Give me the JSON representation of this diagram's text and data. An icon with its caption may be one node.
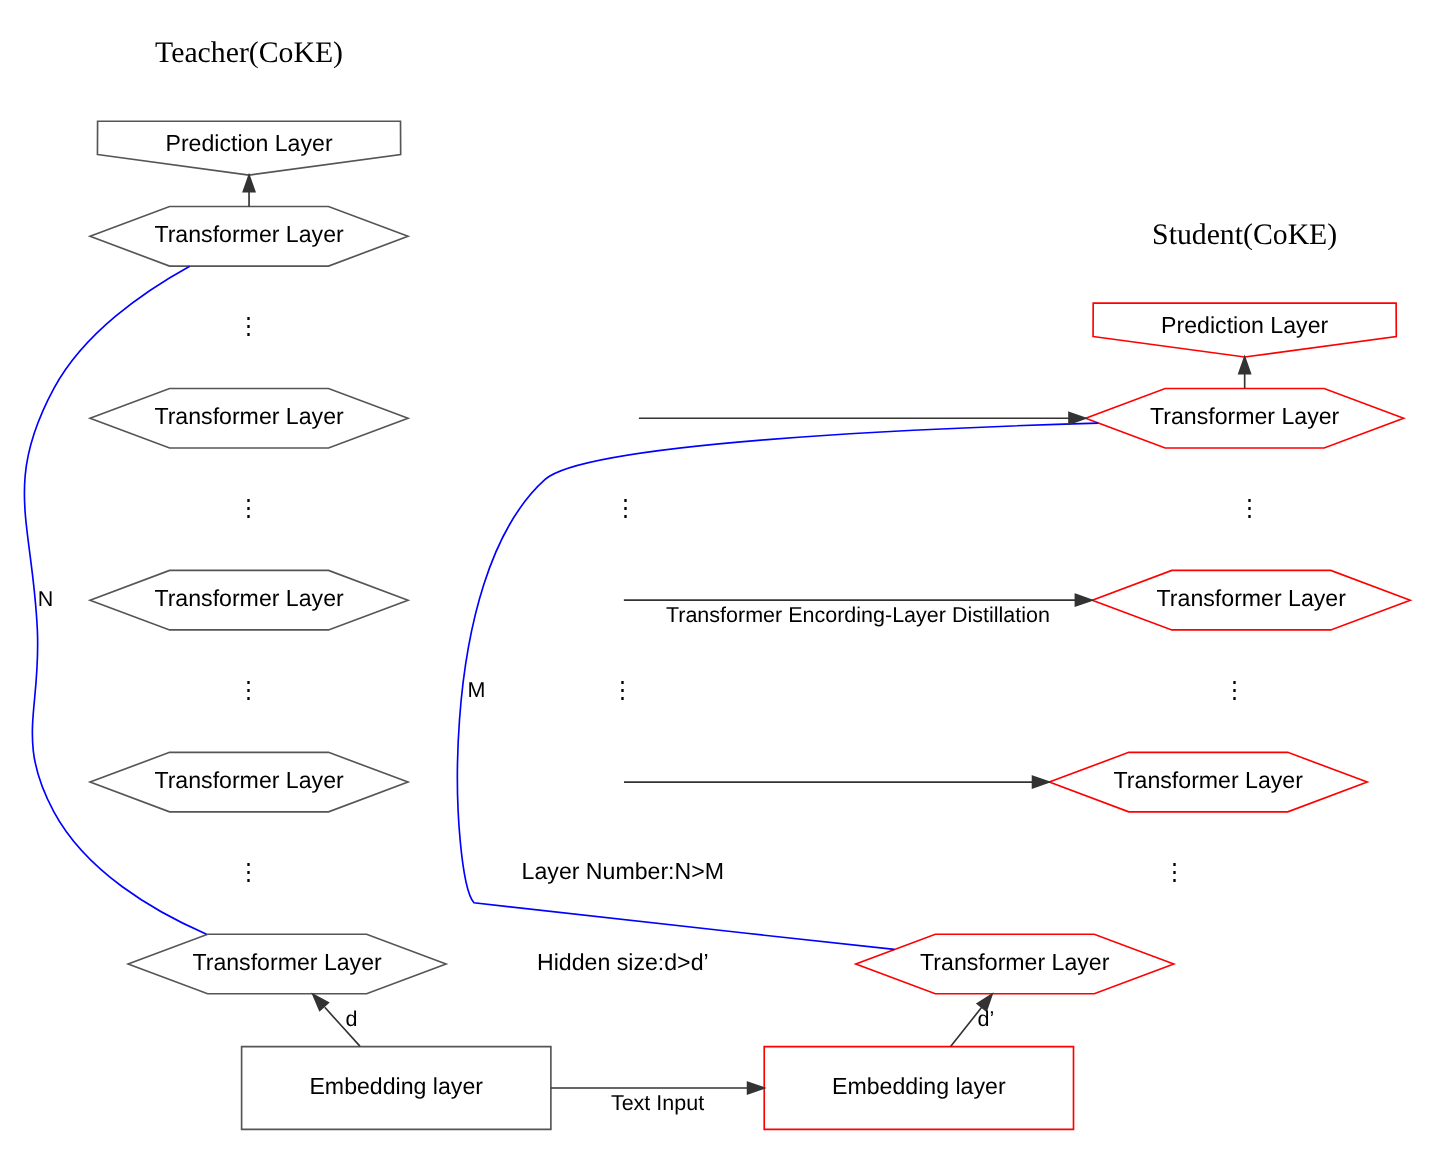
{
  "diagram": {
    "nodes": [
      {
        "text": [
          "Prediction Layer"
        ]
      },
      {
        "text": [
          "Transformer Layer"
        ]
      },
      {
        "text": [
          "Transformer Layer"
        ]
      },
      {
        "text": [
          "Transformer Layer"
        ]
      },
      {
        "text": [
          "Transformer Layer"
        ]
      },
      {
        "text": [
          "Transformer Layer"
        ]
      },
      {
        "text": [
          "Embedding layer"
        ]
      },
      {
        "text": [
          "Prediction Layer"
        ]
      },
      {
        "text": [
          "Transformer Layer"
        ]
      },
      {
        "text": [
          "Transformer Layer"
        ]
      },
      {
        "text": [
          "Transformer Layer"
        ]
      },
      {
        "text": [
          "Transformer Layer"
        ]
      },
      {
        "text": [
          "Embedding layer"
        ]
      }
    ],
    "edges": [
      {
        "from": 1,
        "to": 0,
        "arrow": "to"
      },
      {
        "from": 6,
        "to": 5,
        "arrow": "to",
        "label": "d"
      },
      {
        "from": 1,
        "to": 5,
        "arrow": "none",
        "label": "N",
        "color": "#0000ff"
      },
      {
        "from": 8,
        "to": 7,
        "arrow": "to"
      },
      {
        "from": 12,
        "to": 11,
        "arrow": "to",
        "label": "d’"
      },
      {
        "from": 8,
        "to": 11,
        "arrow": "none",
        "label": "M",
        "color": "#0000ff"
      },
      {
        "from": 6,
        "to": 12,
        "arrow": "to",
        "label": "Text Input"
      },
      {
        "from": null,
        "to": 8,
        "arrow": "to"
      },
      {
        "from": null,
        "to": 9,
        "arrow": "to",
        "label": "Transformer Encording-Layer Distillation"
      },
      {
        "from": null,
        "to": 10,
        "arrow": "to"
      }
    ],
    "labels": [
      "Teacher(CoKE)",
      "Student(CoKE)",
      "⋮",
      "⋮",
      "⋮",
      "⋮",
      "⋮",
      "⋮",
      "⋮",
      "⋮",
      "⋮",
      "Layer Number:N>M",
      "Hidden size:d>d’"
    ]
  }
}
